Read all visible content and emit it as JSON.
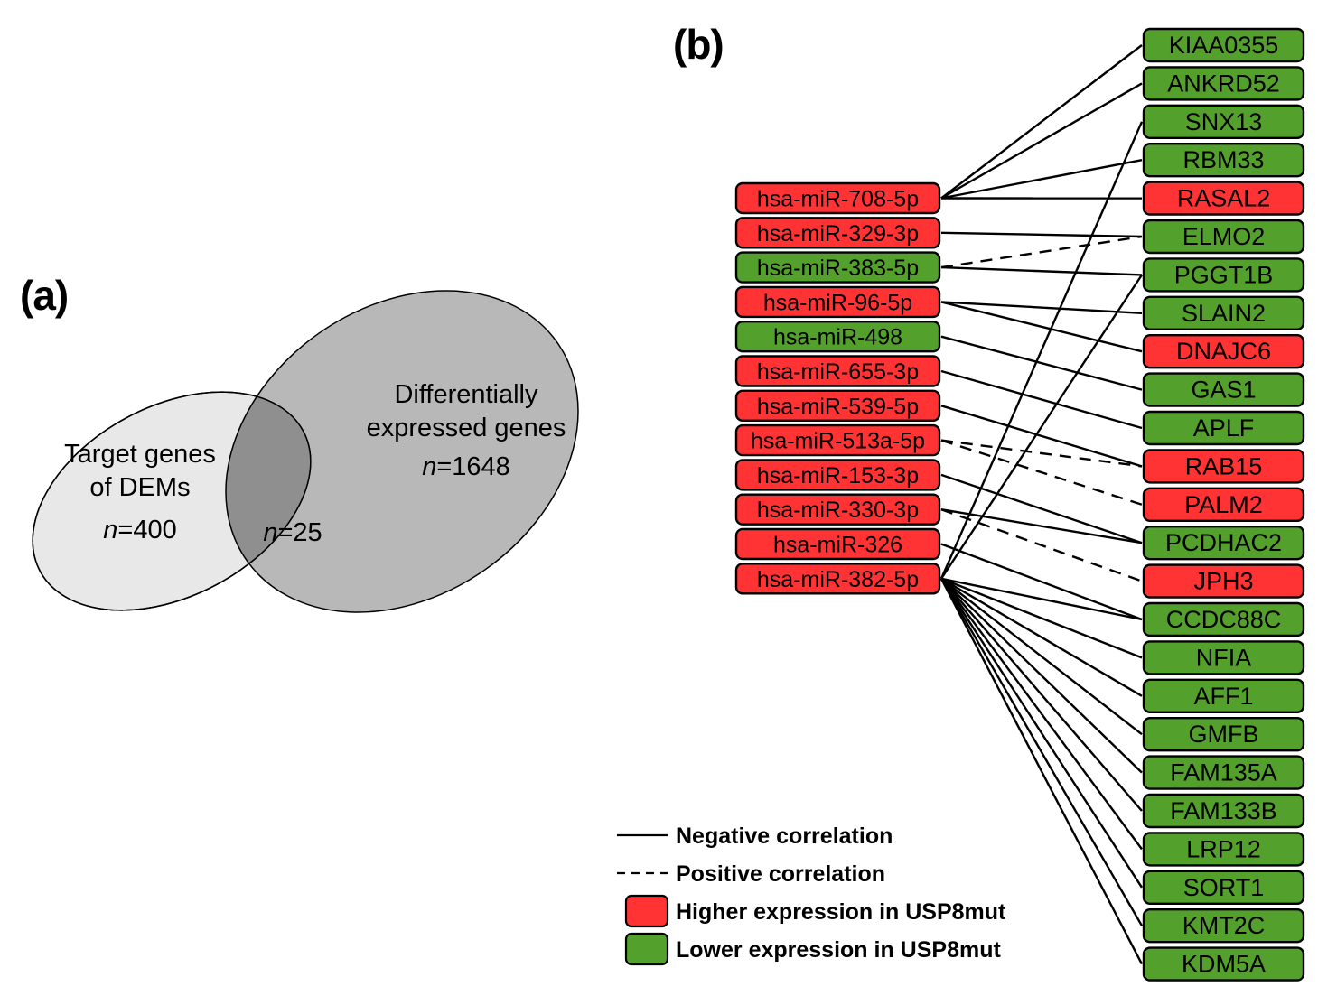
{
  "figure": {
    "panel_a_label": "(a)",
    "panel_b_label": "(b)"
  },
  "venn": {
    "left_set": {
      "line1": "Target genes",
      "line2": "of DEMs",
      "n_prefix": "n",
      "n_value": "=400"
    },
    "right_set": {
      "line1": "Differentially",
      "line2": "expressed genes",
      "n_prefix": "n",
      "n_value": "=1648"
    },
    "intersection": {
      "n_prefix": "n",
      "n_value": "=25"
    },
    "colors": {
      "left_fill": "#e8e8e8",
      "right_fill": "#b8b8b8",
      "overlap_fill": "#8f8f8f",
      "stroke": "#000000"
    }
  },
  "legend": {
    "items": [
      {
        "type": "solid-line",
        "label": "Negative correlation"
      },
      {
        "type": "dashed-line",
        "label": "Positive correlation"
      },
      {
        "type": "red-swatch",
        "label": "Higher expression in USP8mut"
      },
      {
        "type": "green-swatch",
        "label": "Lower expression in USP8mut"
      }
    ]
  },
  "colors": {
    "red": "#ff3333",
    "green": "#53a02c",
    "stroke": "#000000"
  },
  "chart_data": {
    "type": "diagram",
    "title": "miRNA-target gene interaction network",
    "mirnas": [
      {
        "label": "hsa-miR-708-5p",
        "expr": "higher"
      },
      {
        "label": "hsa-miR-329-3p",
        "expr": "higher"
      },
      {
        "label": "hsa-miR-383-5p",
        "expr": "lower"
      },
      {
        "label": "hsa-miR-96-5p",
        "expr": "higher"
      },
      {
        "label": "hsa-miR-498",
        "expr": "lower"
      },
      {
        "label": "hsa-miR-655-3p",
        "expr": "higher"
      },
      {
        "label": "hsa-miR-539-5p",
        "expr": "higher"
      },
      {
        "label": "hsa-miR-513a-5p",
        "expr": "higher"
      },
      {
        "label": "hsa-miR-153-3p",
        "expr": "higher"
      },
      {
        "label": "hsa-miR-330-3p",
        "expr": "higher"
      },
      {
        "label": "hsa-miR-326",
        "expr": "higher"
      },
      {
        "label": "hsa-miR-382-5p",
        "expr": "higher"
      }
    ],
    "genes": [
      {
        "label": "KIAA0355",
        "expr": "lower"
      },
      {
        "label": "ANKRD52",
        "expr": "lower"
      },
      {
        "label": "SNX13",
        "expr": "lower"
      },
      {
        "label": "RBM33",
        "expr": "lower"
      },
      {
        "label": "RASAL2",
        "expr": "higher"
      },
      {
        "label": "ELMO2",
        "expr": "lower"
      },
      {
        "label": "PGGT1B",
        "expr": "lower"
      },
      {
        "label": "SLAIN2",
        "expr": "lower"
      },
      {
        "label": "DNAJC6",
        "expr": "higher"
      },
      {
        "label": "GAS1",
        "expr": "lower"
      },
      {
        "label": "APLF",
        "expr": "lower"
      },
      {
        "label": "RAB15",
        "expr": "higher"
      },
      {
        "label": "PALM2",
        "expr": "higher"
      },
      {
        "label": "PCDHAC2",
        "expr": "lower"
      },
      {
        "label": "JPH3",
        "expr": "higher"
      },
      {
        "label": "CCDC88C",
        "expr": "lower"
      },
      {
        "label": "NFIA",
        "expr": "lower"
      },
      {
        "label": "AFF1",
        "expr": "lower"
      },
      {
        "label": "GMFB",
        "expr": "lower"
      },
      {
        "label": "FAM135A",
        "expr": "lower"
      },
      {
        "label": "FAM133B",
        "expr": "lower"
      },
      {
        "label": "LRP12",
        "expr": "lower"
      },
      {
        "label": "SORT1",
        "expr": "lower"
      },
      {
        "label": "KMT2C",
        "expr": "lower"
      },
      {
        "label": "KDM5A",
        "expr": "lower"
      }
    ],
    "edges": [
      {
        "mirna": "hsa-miR-708-5p",
        "gene": "KIAA0355",
        "correlation": "negative"
      },
      {
        "mirna": "hsa-miR-708-5p",
        "gene": "ANKRD52",
        "correlation": "negative"
      },
      {
        "mirna": "hsa-miR-708-5p",
        "gene": "RBM33",
        "correlation": "negative"
      },
      {
        "mirna": "hsa-miR-708-5p",
        "gene": "RASAL2",
        "correlation": "negative"
      },
      {
        "mirna": "hsa-miR-329-3p",
        "gene": "ELMO2",
        "correlation": "negative"
      },
      {
        "mirna": "hsa-miR-383-5p",
        "gene": "PGGT1B",
        "correlation": "negative"
      },
      {
        "mirna": "hsa-miR-383-5p",
        "gene": "ELMO2",
        "correlation": "positive"
      },
      {
        "mirna": "hsa-miR-96-5p",
        "gene": "SLAIN2",
        "correlation": "negative"
      },
      {
        "mirna": "hsa-miR-96-5p",
        "gene": "DNAJC6",
        "correlation": "negative"
      },
      {
        "mirna": "hsa-miR-498",
        "gene": "GAS1",
        "correlation": "negative"
      },
      {
        "mirna": "hsa-miR-655-3p",
        "gene": "APLF",
        "correlation": "negative"
      },
      {
        "mirna": "hsa-miR-539-5p",
        "gene": "RAB15",
        "correlation": "negative"
      },
      {
        "mirna": "hsa-miR-513a-5p",
        "gene": "RAB15",
        "correlation": "positive"
      },
      {
        "mirna": "hsa-miR-513a-5p",
        "gene": "PALM2",
        "correlation": "positive"
      },
      {
        "mirna": "hsa-miR-153-3p",
        "gene": "PCDHAC2",
        "correlation": "negative"
      },
      {
        "mirna": "hsa-miR-330-3p",
        "gene": "PCDHAC2",
        "correlation": "negative"
      },
      {
        "mirna": "hsa-miR-330-3p",
        "gene": "JPH3",
        "correlation": "positive"
      },
      {
        "mirna": "hsa-miR-326",
        "gene": "CCDC88C",
        "correlation": "negative"
      },
      {
        "mirna": "hsa-miR-382-5p",
        "gene": "SNX13",
        "correlation": "negative"
      },
      {
        "mirna": "hsa-miR-382-5p",
        "gene": "PGGT1B",
        "correlation": "negative"
      },
      {
        "mirna": "hsa-miR-382-5p",
        "gene": "CCDC88C",
        "correlation": "negative"
      },
      {
        "mirna": "hsa-miR-382-5p",
        "gene": "NFIA",
        "correlation": "negative"
      },
      {
        "mirna": "hsa-miR-382-5p",
        "gene": "AFF1",
        "correlation": "negative"
      },
      {
        "mirna": "hsa-miR-382-5p",
        "gene": "GMFB",
        "correlation": "negative"
      },
      {
        "mirna": "hsa-miR-382-5p",
        "gene": "FAM135A",
        "correlation": "negative"
      },
      {
        "mirna": "hsa-miR-382-5p",
        "gene": "FAM133B",
        "correlation": "negative"
      },
      {
        "mirna": "hsa-miR-382-5p",
        "gene": "LRP12",
        "correlation": "negative"
      },
      {
        "mirna": "hsa-miR-382-5p",
        "gene": "SORT1",
        "correlation": "negative"
      },
      {
        "mirna": "hsa-miR-382-5p",
        "gene": "KMT2C",
        "correlation": "negative"
      },
      {
        "mirna": "hsa-miR-382-5p",
        "gene": "KDM5A",
        "correlation": "negative"
      }
    ]
  }
}
